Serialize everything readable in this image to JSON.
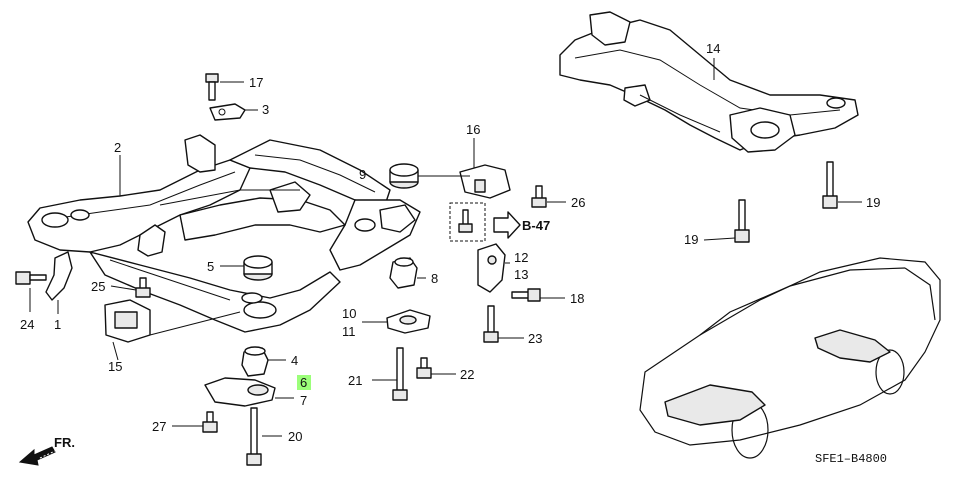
{
  "diagram": {
    "callouts": {
      "c1": "1",
      "c2": "2",
      "c3": "3",
      "c4": "4",
      "c5": "5",
      "c6": "6",
      "c7": "7",
      "c8": "8",
      "c9": "9",
      "c10": "10",
      "c11": "11",
      "c12": "12",
      "c13": "13",
      "c14": "14",
      "c15": "15",
      "c16": "16",
      "c17": "17",
      "c18": "18",
      "c19a": "19",
      "c19b": "19",
      "c20": "20",
      "c21": "21",
      "c22": "22",
      "c23": "23",
      "c24": "24",
      "c25": "25",
      "c26": "26",
      "c27": "27"
    },
    "reference_label": "B-47",
    "front_indicator": "FR.",
    "drawing_code": "SFE1–B4800",
    "highlight_color": "#9cff7a"
  }
}
